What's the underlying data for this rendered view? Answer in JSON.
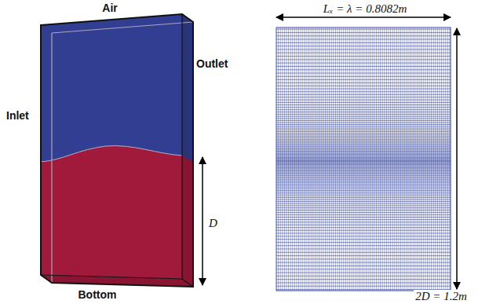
{
  "diagram": {
    "labels": [
      "Air",
      "Outlet",
      "Inlet",
      "Bottom",
      "D",
      "Lₓ = λ = 0.8082m",
      "2D = 1.2m"
    ]
  }
}
